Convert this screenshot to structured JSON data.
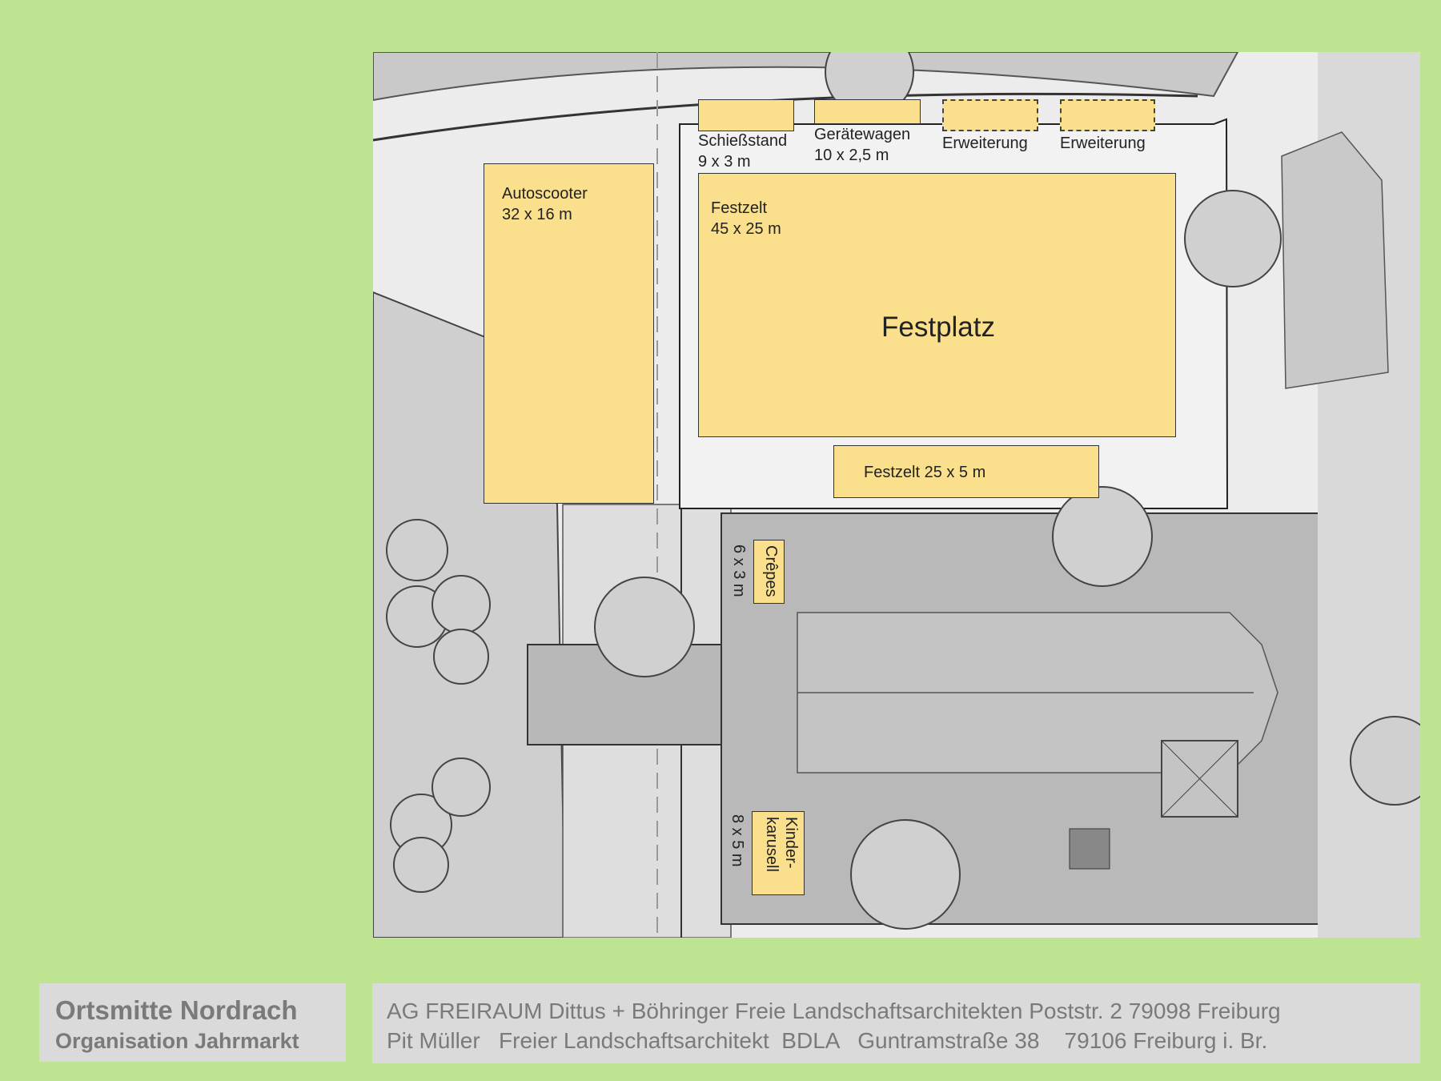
{
  "map": {
    "title": "Festplatz",
    "stands": {
      "schiessstand": {
        "name": "Schießstand",
        "size": "9 x 3 m"
      },
      "geraetewagen": {
        "name": "Gerätewagen",
        "size": "10 x 2,5 m"
      },
      "erweiterung1": {
        "name": "Erweiterung"
      },
      "erweiterung2": {
        "name": "Erweiterung"
      },
      "autoscooter": {
        "name": "Autoscooter",
        "size": "32 x 16 m"
      },
      "festzelt": {
        "name": "Festzelt",
        "size": "45 x 25 m"
      },
      "festzelt_small": {
        "label": "Festzelt 25 x 5 m"
      },
      "crepes": {
        "name": "Crêpes",
        "size": "6 x 3 m"
      },
      "kinderkarusell": {
        "name": "Kinder-",
        "name2": "karusell",
        "size": "8 x 5 m"
      }
    },
    "colors": {
      "stand": "#fadf8c",
      "background": "#bde491"
    }
  },
  "footer": {
    "project": "Ortsmitte Nordrach",
    "subtitle": "Organisation Jahrmarkt",
    "line1": "AG FREIRAUM Dittus + Böhringer Freie Landschaftsarchitekten Poststr. 2 79098 Freiburg",
    "line2": "Pit Müller   Freier Landschaftsarchitekt  BDLA   Guntramstraße 38    79106 Freiburg i. Br."
  }
}
